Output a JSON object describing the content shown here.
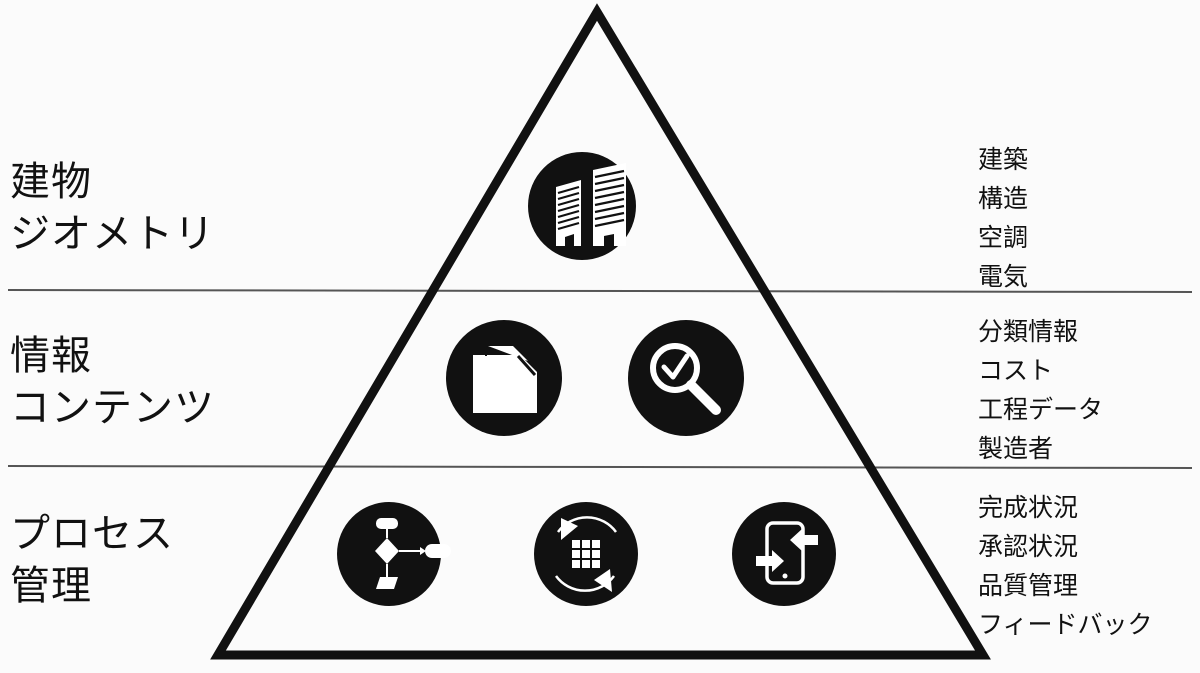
{
  "tiers": [
    {
      "label_lines": [
        "建物",
        "ジオメトリ"
      ],
      "items": [
        "建築",
        "構造",
        "空調",
        "電気"
      ],
      "icons": [
        "buildings-icon"
      ]
    },
    {
      "label_lines": [
        "情報",
        "コンテンツ"
      ],
      "items": [
        "分類情報",
        "コスト",
        "工程データ",
        "製造者"
      ],
      "icons": [
        "document-icon",
        "magnifier-check-icon"
      ]
    },
    {
      "label_lines": [
        "プロセス",
        "管理"
      ],
      "items": [
        "完成状況",
        "承認状況",
        "品質管理",
        "フィードバック"
      ],
      "icons": [
        "flowchart-icon",
        "grid-cycle-icon",
        "tablet-exchange-icon"
      ]
    }
  ],
  "colors": {
    "ink": "#111111",
    "background": "#fbfbfb",
    "divider": "#555555"
  }
}
